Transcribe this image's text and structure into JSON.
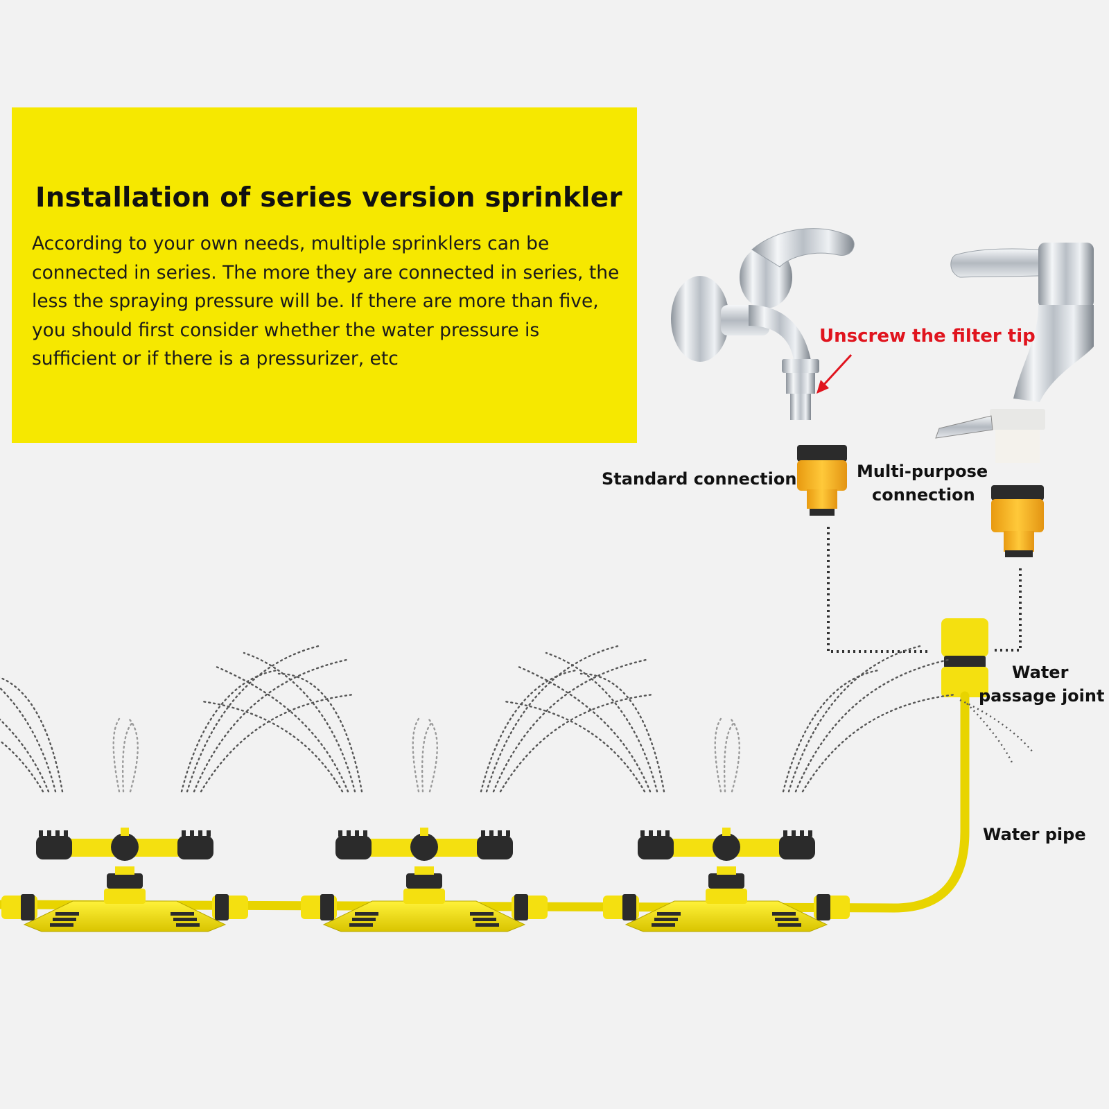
{
  "panel": {
    "title": "Installation of series version sprinkler",
    "body": "According to your own needs, multiple sprinklers can be connected in series. The more they are connected in series, the less the spraying pressure will be. If there are more than five, you should first consider whether the water pressure is sufficient or if there is a pressurizer, etc"
  },
  "labels": {
    "unscrew": "Unscrew the filter tip",
    "standard": "Standard connection",
    "multi_line1": "Multi-purpose",
    "multi_line2": "connection",
    "joint_line1": "Water",
    "joint_line2": "passage joint",
    "pipe": "Water pipe"
  },
  "colors": {
    "panel_yellow": "#f6e800",
    "sprinkler_yellow": "#f4e010",
    "connector_orange": "#f5b21c",
    "accent_red": "#e0141e",
    "dark_grey": "#2b2b2b",
    "chrome": "#c9cdd2"
  }
}
